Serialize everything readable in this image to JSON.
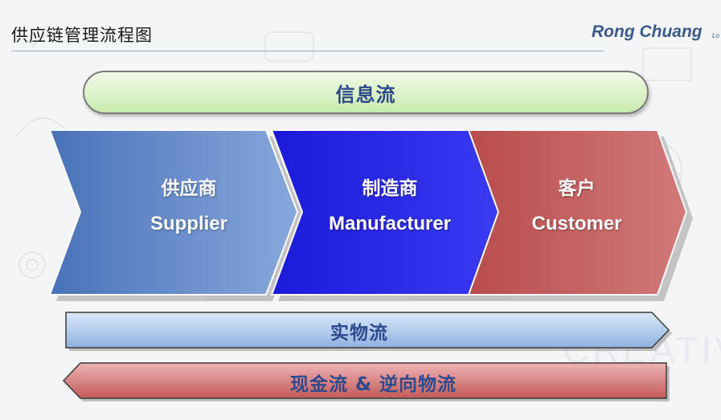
{
  "header": {
    "title": "供应链管理流程图",
    "brand": "Rong Chuang",
    "brand_suffix": "Lo"
  },
  "information_flow": {
    "label": "信息流"
  },
  "stages": [
    {
      "cn": "供应商",
      "en": "Supplier"
    },
    {
      "cn": "制造商",
      "en": "Manufacturer"
    },
    {
      "cn": "客户",
      "en": "Customer"
    }
  ],
  "material_flow": {
    "label": "实物流",
    "direction": "right"
  },
  "reverse_flow": {
    "label": "现金流 & 逆向物流",
    "direction": "left"
  },
  "colors": {
    "supplier": "#6b8fc9",
    "manufacturer": "#2222e6",
    "customer": "#c25a5a",
    "info_bar": "#d6f0c2",
    "material_arrow": "#a9c5e8",
    "reverse_arrow": "#d07474",
    "label_text": "#2d4a8c"
  }
}
